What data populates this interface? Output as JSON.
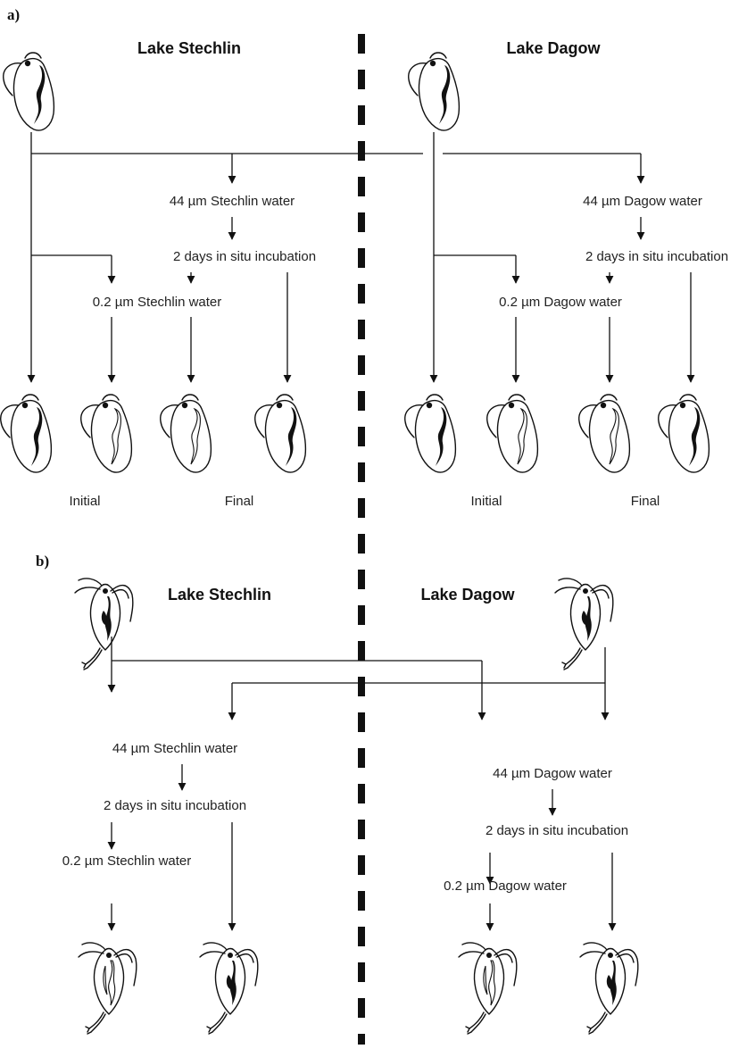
{
  "panel_a": {
    "letter": "a)",
    "lake_left_title": "Lake Stechlin",
    "lake_right_title": "Lake Dagow",
    "left_44_label": "44 µm Stechlin water",
    "left_incubation_label": "2 days in situ incubation",
    "left_02_label": "0.2 µm Stechlin water",
    "right_44_label": "44 µm Dagow water",
    "right_incubation_label": "2 days in situ incubation",
    "right_02_label": "0.2 µm Dagow water",
    "left_initial_label": "Initial",
    "left_final_label": "Final",
    "right_initial_label": "Initial",
    "right_final_label": "Final",
    "source_icon": "daphnia-icon",
    "result_icons": [
      "daphnia-full-gut-icon",
      "daphnia-empty-gut-icon",
      "daphnia-empty-gut-icon",
      "daphnia-full-gut-icon"
    ]
  },
  "panel_b": {
    "letter": "b)",
    "lake_left_title": "Lake Stechlin",
    "lake_right_title": "Lake Dagow",
    "left_44_label": "44 µm Stechlin water",
    "left_incubation_label": "2 days in situ incubation",
    "left_02_label": "0.2 µm Stechlin water",
    "right_44_label": "44 µm Dagow water",
    "right_incubation_label": "2 days in situ incubation",
    "right_02_label": "0.2 µm Dagow water",
    "source_icon": "bosmina-icon",
    "result_icons": [
      "bosmina-empty-gut-icon",
      "bosmina-full-gut-icon"
    ]
  },
  "divider": "dashed-lake-divider"
}
